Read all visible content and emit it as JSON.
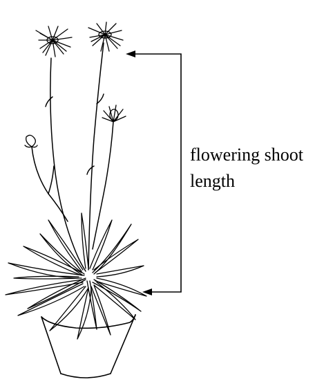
{
  "annotation": {
    "line1": "flowering shoot",
    "line2": "length"
  },
  "colors": {
    "ink": "#000000",
    "background": "#ffffff"
  },
  "icons": {
    "plant": "potted-plant-illustration",
    "arrow": "double-headed-arrow"
  }
}
